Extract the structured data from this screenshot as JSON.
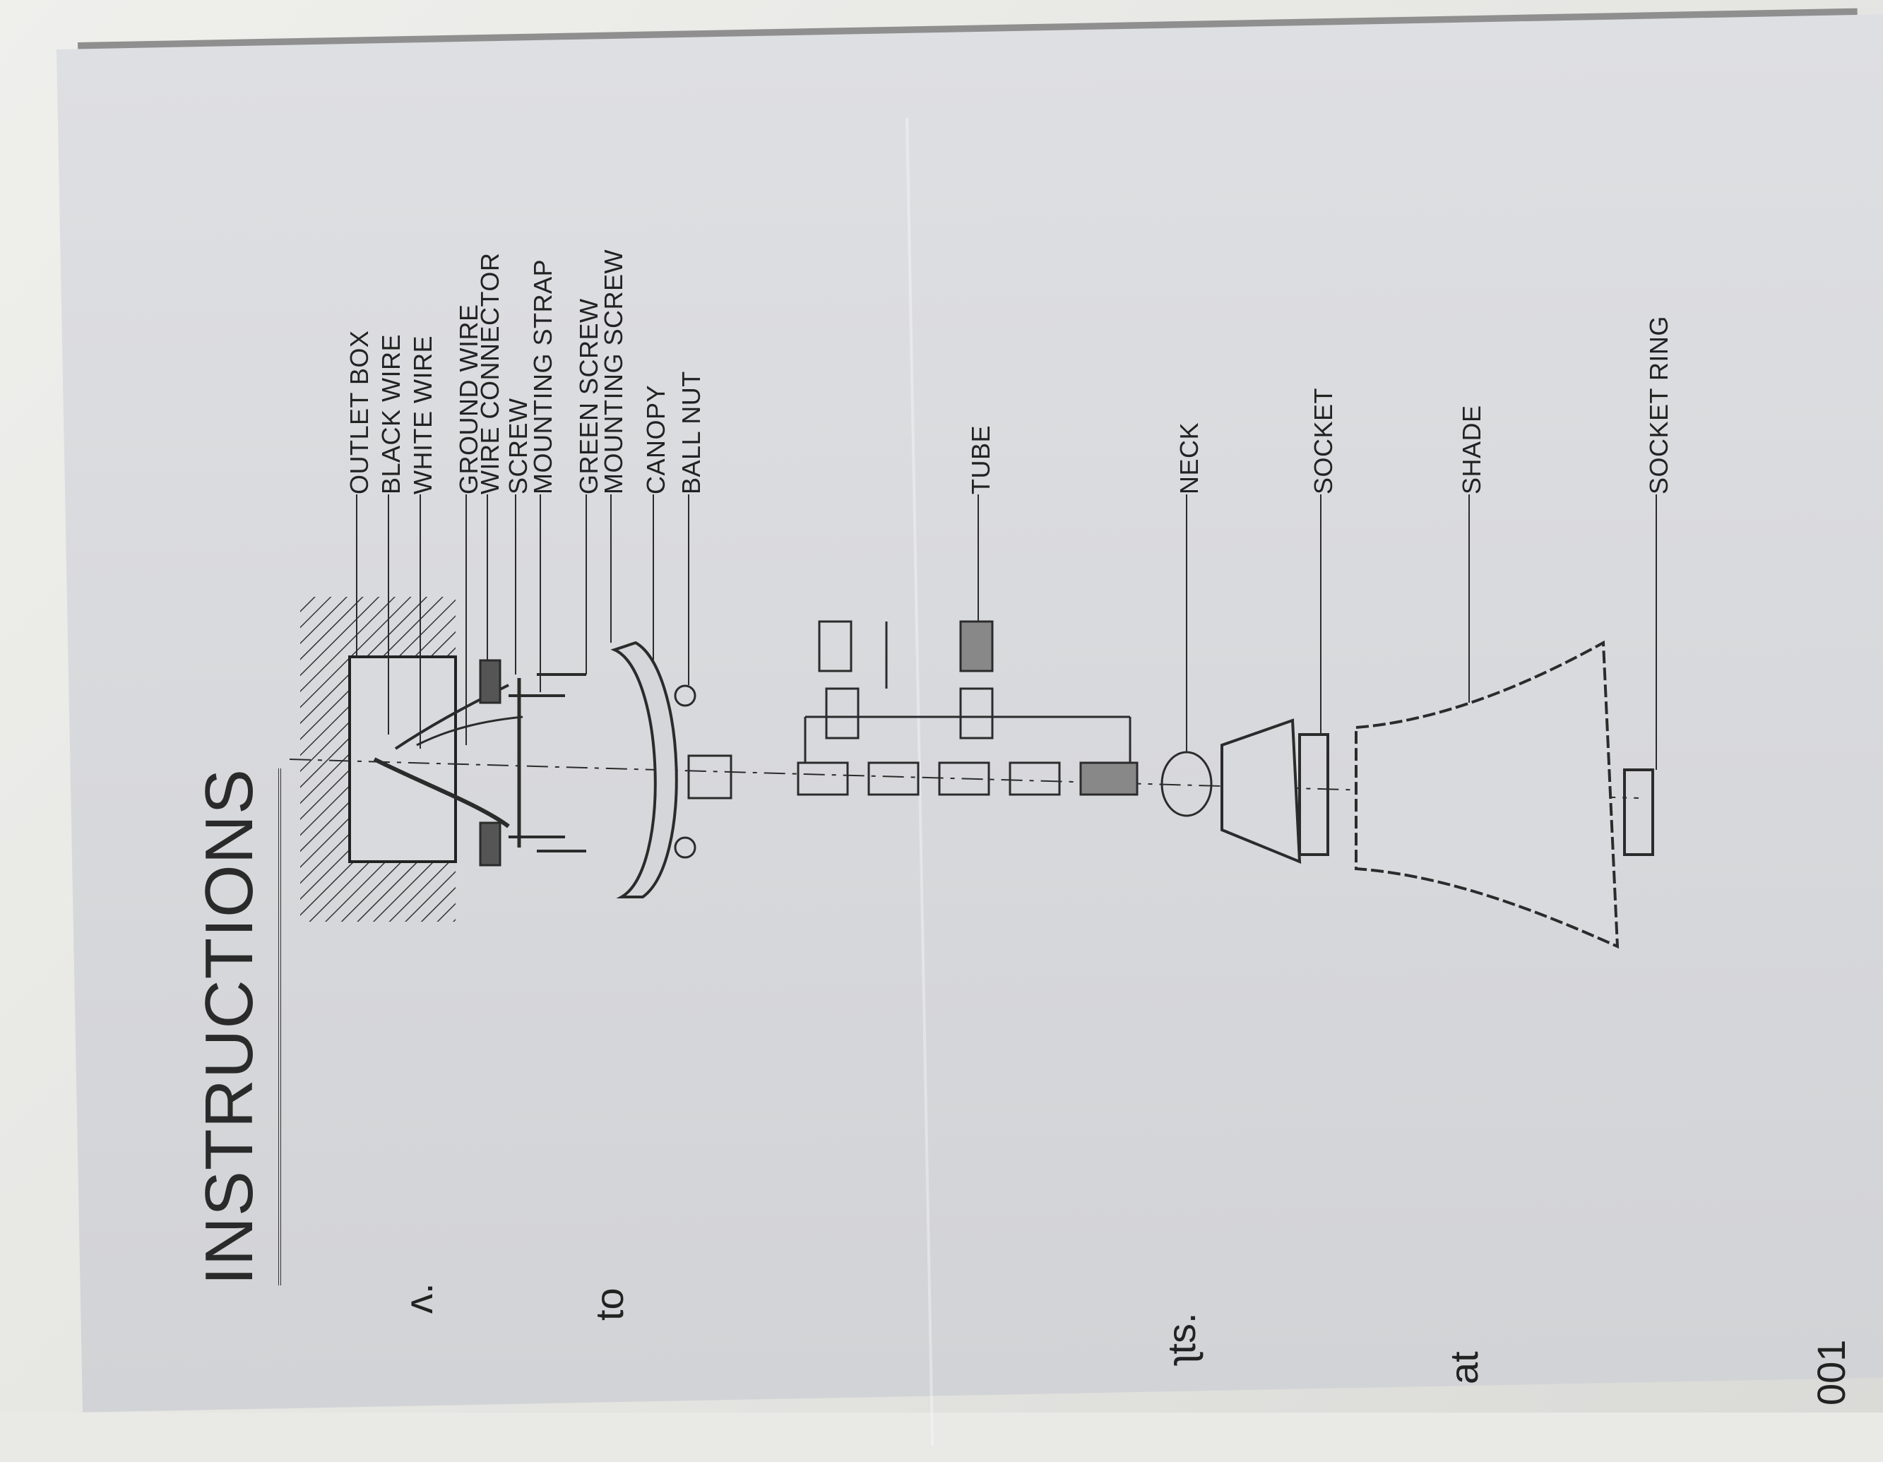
{
  "page": {
    "title": "INSTRUCTIONS",
    "edge_fragments": [
      "ʌ.",
      "to",
      "ʅts.",
      "at",
      "001"
    ]
  },
  "labels": {
    "outlet_box": "OUTLET BOX",
    "black_wire": "BLACK WIRE",
    "white_wire": "WHITE WIRE",
    "ground_wire": "GROUND WIRE",
    "wire_connector": "WIRE CONNECTOR",
    "screw": "SCREW",
    "mounting_strap": "MOUNTING STRAP",
    "green_screw": "GREEN SCREW",
    "mounting_screw": "MOUNTING SCREW",
    "canopy": "CANOPY",
    "ball_nut": "BALL NUT",
    "tube": "TUBE",
    "neck": "NECK",
    "socket": "SOCKET",
    "shade": "SHADE",
    "socket_ring": "SOCKET RING"
  }
}
